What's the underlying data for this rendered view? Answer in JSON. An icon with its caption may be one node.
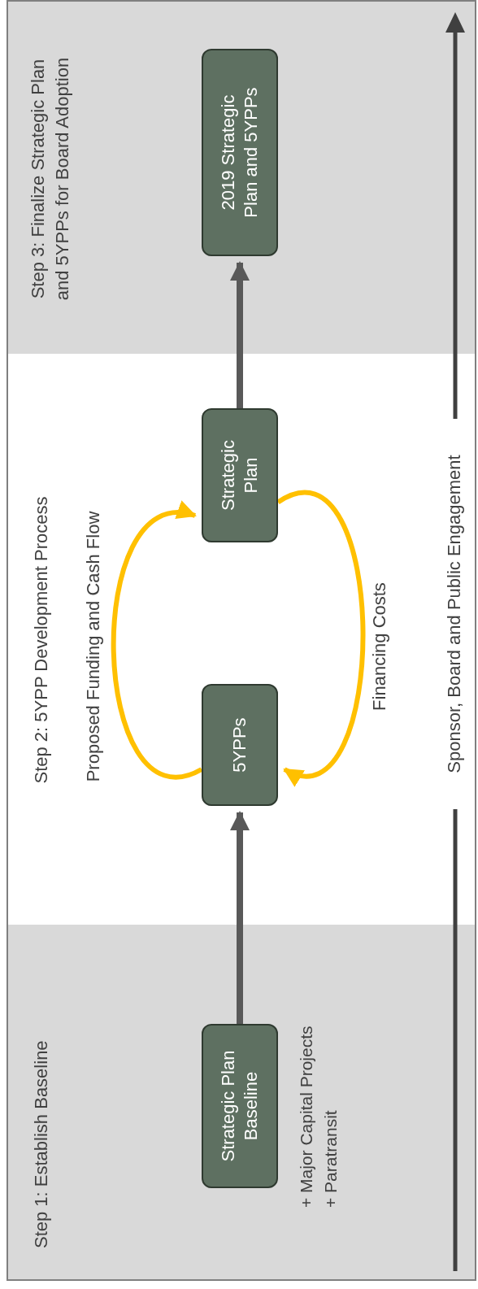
{
  "diagram": {
    "nodes": [
      {
        "text": [
          "Step 1: Establish Baseline"
        ]
      },
      {
        "text": [
          "Strategic Plan Baseline"
        ],
        "in": 0,
        "beside": [
          "+ Major Capital Projects",
          "+ Paratransit"
        ]
      },
      {
        "text": [
          "Step 2: 5YPP Development Process"
        ]
      },
      {
        "text": [
          "5YPPs"
        ],
        "in": 2
      },
      {
        "text": [
          "Strategic Plan"
        ],
        "in": 2
      },
      {
        "text": [
          "Step 3: Finalize Strategic Plan and 5YPPs for Board Adoption"
        ]
      },
      {
        "text": [
          "2019 Strategic Plan and 5YPPs"
        ],
        "in": 5
      }
    ],
    "edges": [
      {
        "from": 1,
        "to": 3,
        "arrow": "to"
      },
      {
        "from": 3,
        "to": 4,
        "arrow": "to",
        "label": "Proposed Funding and Cash Flow",
        "color": "#ffc000"
      },
      {
        "from": 4,
        "to": 3,
        "arrow": "to",
        "label": "Financing Costs",
        "color": "#ffc000"
      },
      {
        "from": 4,
        "to": 6,
        "arrow": "to"
      }
    ],
    "labels": [
      "Sponsor, Board and Public Engagement"
    ]
  }
}
